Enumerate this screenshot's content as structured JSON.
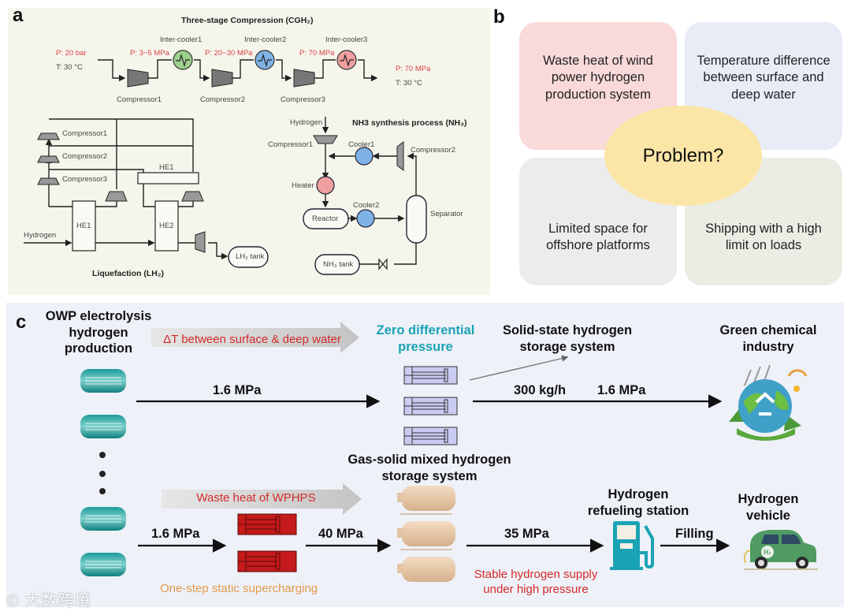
{
  "panel_a": {
    "label": "a",
    "cgh2": {
      "title": "Three-stage Compression (CGH₂)",
      "inlet_pressure": "P: 20 bar",
      "inlet_temp": "T: 30 °C",
      "p1": "P: 3~5 MPa",
      "p2": "P: 20~30 MPa",
      "p3": "P: 70 MPa",
      "outlet_pressure": "P: 70 MPa",
      "outlet_temp": "T: 30 °C",
      "coolers": [
        "Inter-cooler1",
        "Inter-cooler2",
        "Inter-cooler3"
      ],
      "compressors": [
        "Compressor1",
        "Compressor2",
        "Compressor3"
      ]
    },
    "lh2": {
      "title": "Liquefaction (LH₂)",
      "compressors": [
        "Compressor1",
        "Compressor2",
        "Compressor3"
      ],
      "he1_top": "HE1",
      "he1": "HE1",
      "he2": "HE2",
      "hydrogen": "Hydrogen",
      "tank": "LH₂ tank"
    },
    "nh3": {
      "title": "NH3 synthesis process (NH₃)",
      "hydrogen": "Hydrogen",
      "compressor1": "Compressor1",
      "compressor2": "Compressor2",
      "cooler1": "Cooler1",
      "cooler2": "Cooler2",
      "heater": "Heater",
      "reactor": "Reactor",
      "separator": "Separator",
      "tank": "NH₃ tank"
    }
  },
  "panel_b": {
    "label": "b",
    "center": "Problem?",
    "boxes": [
      {
        "text": "Waste heat of wind power hydrogen production system",
        "color": "#f9d9d9"
      },
      {
        "text": "Temperature difference between surface and deep water",
        "color": "#e7ecf6"
      },
      {
        "text": "Limited space for offshore platforms",
        "color": "#ececec"
      },
      {
        "text": "Shipping with a high limit on loads",
        "color": "#ebede4"
      }
    ]
  },
  "panel_c": {
    "label": "c",
    "source": "OWP electrolysis hydrogen production",
    "arrow_top": "ΔT between surface & deep water",
    "arrow_bottom": "Waste heat of WPHPS",
    "zero_diff": "Zero differential pressure",
    "solid_state": "Solid-state hydrogen storage system",
    "green_chem": "Green chemical industry",
    "gas_solid": "Gas-solid mixed hydrogen storage system",
    "refuel": "Hydrogen refueling station",
    "vehicle": "Hydrogen vehicle",
    "top_p1": "1.6 MPa",
    "top_flow": "300 kg/h",
    "top_p2": "1.6 MPa",
    "bot_p1": "1.6 MPa",
    "bot_p2": "40 MPa",
    "bot_p3": "35 MPa",
    "filling": "Filling",
    "supercharging": "One-step static supercharging",
    "stable": "Stable hydrogen supply under high pressure",
    "h2_badge": "H₂"
  },
  "watermark": "大数跨境",
  "colors": {
    "cooler_green": "#9ed08e",
    "cooler_blue": "#7fb2e6",
    "cooler_red": "#f0a0a0",
    "teal": "#1aa3b5",
    "red_text": "#d42a2a",
    "orange_text": "#e39a4c"
  }
}
